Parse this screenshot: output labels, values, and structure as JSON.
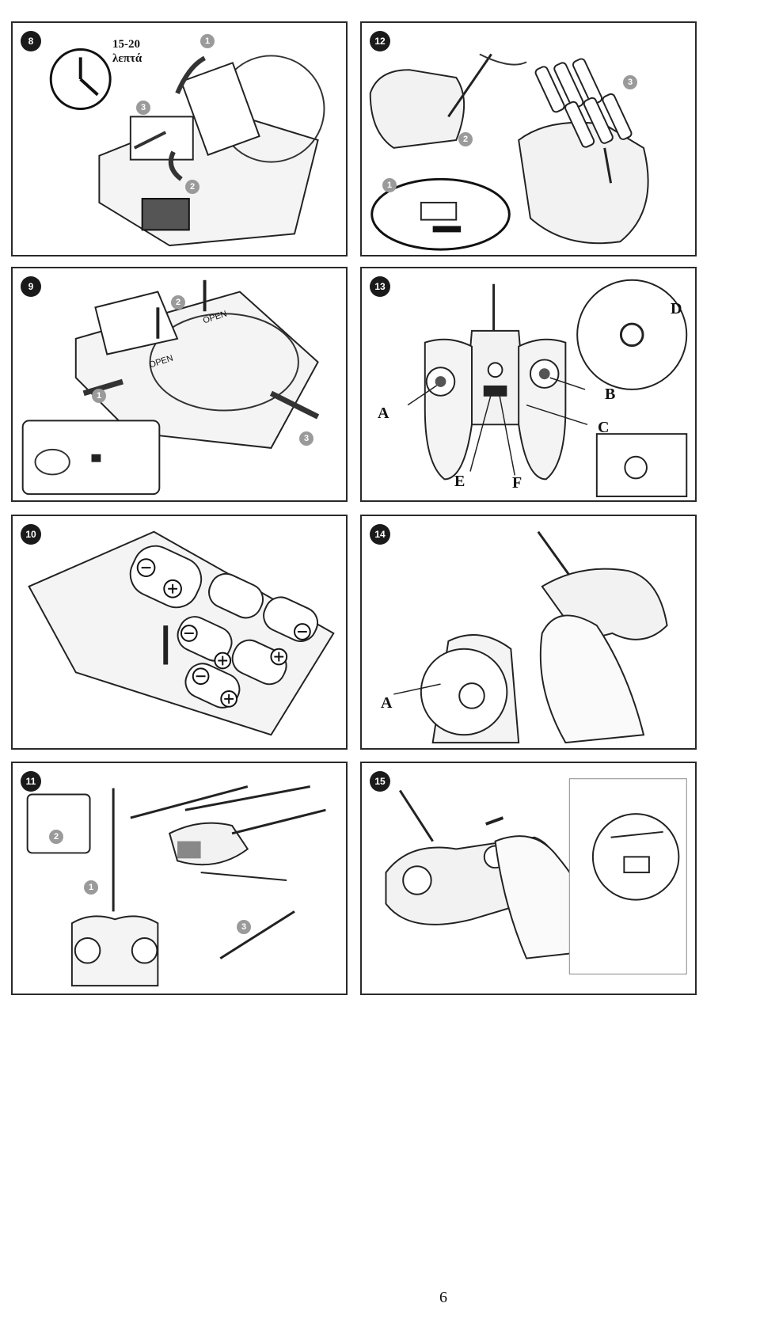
{
  "page": {
    "number": "6"
  },
  "panels": {
    "p8": {
      "step": "8",
      "time_line1": "15-20",
      "time_line2": "λεπτά",
      "sub1": "1",
      "sub2": "2",
      "sub3": "3"
    },
    "p12": {
      "step": "12",
      "sub1": "1",
      "sub2": "2",
      "sub3": "3"
    },
    "p9": {
      "step": "9",
      "sub1": "1",
      "sub2": "2",
      "sub3": "3",
      "open1": "OPEN",
      "open2": "OPEN"
    },
    "p13": {
      "step": "13",
      "A": "A",
      "B": "B",
      "C": "C",
      "D": "D",
      "E": "E",
      "F": "F"
    },
    "p10": {
      "step": "10"
    },
    "p14": {
      "step": "14",
      "A": "A"
    },
    "p11": {
      "step": "11",
      "sub1": "1",
      "sub2": "2",
      "sub3": "3"
    },
    "p15": {
      "step": "15"
    }
  },
  "icons": [
    "clock-icon",
    "arrow-icon",
    "battery-icon",
    "plus-sign",
    "minus-sign"
  ]
}
